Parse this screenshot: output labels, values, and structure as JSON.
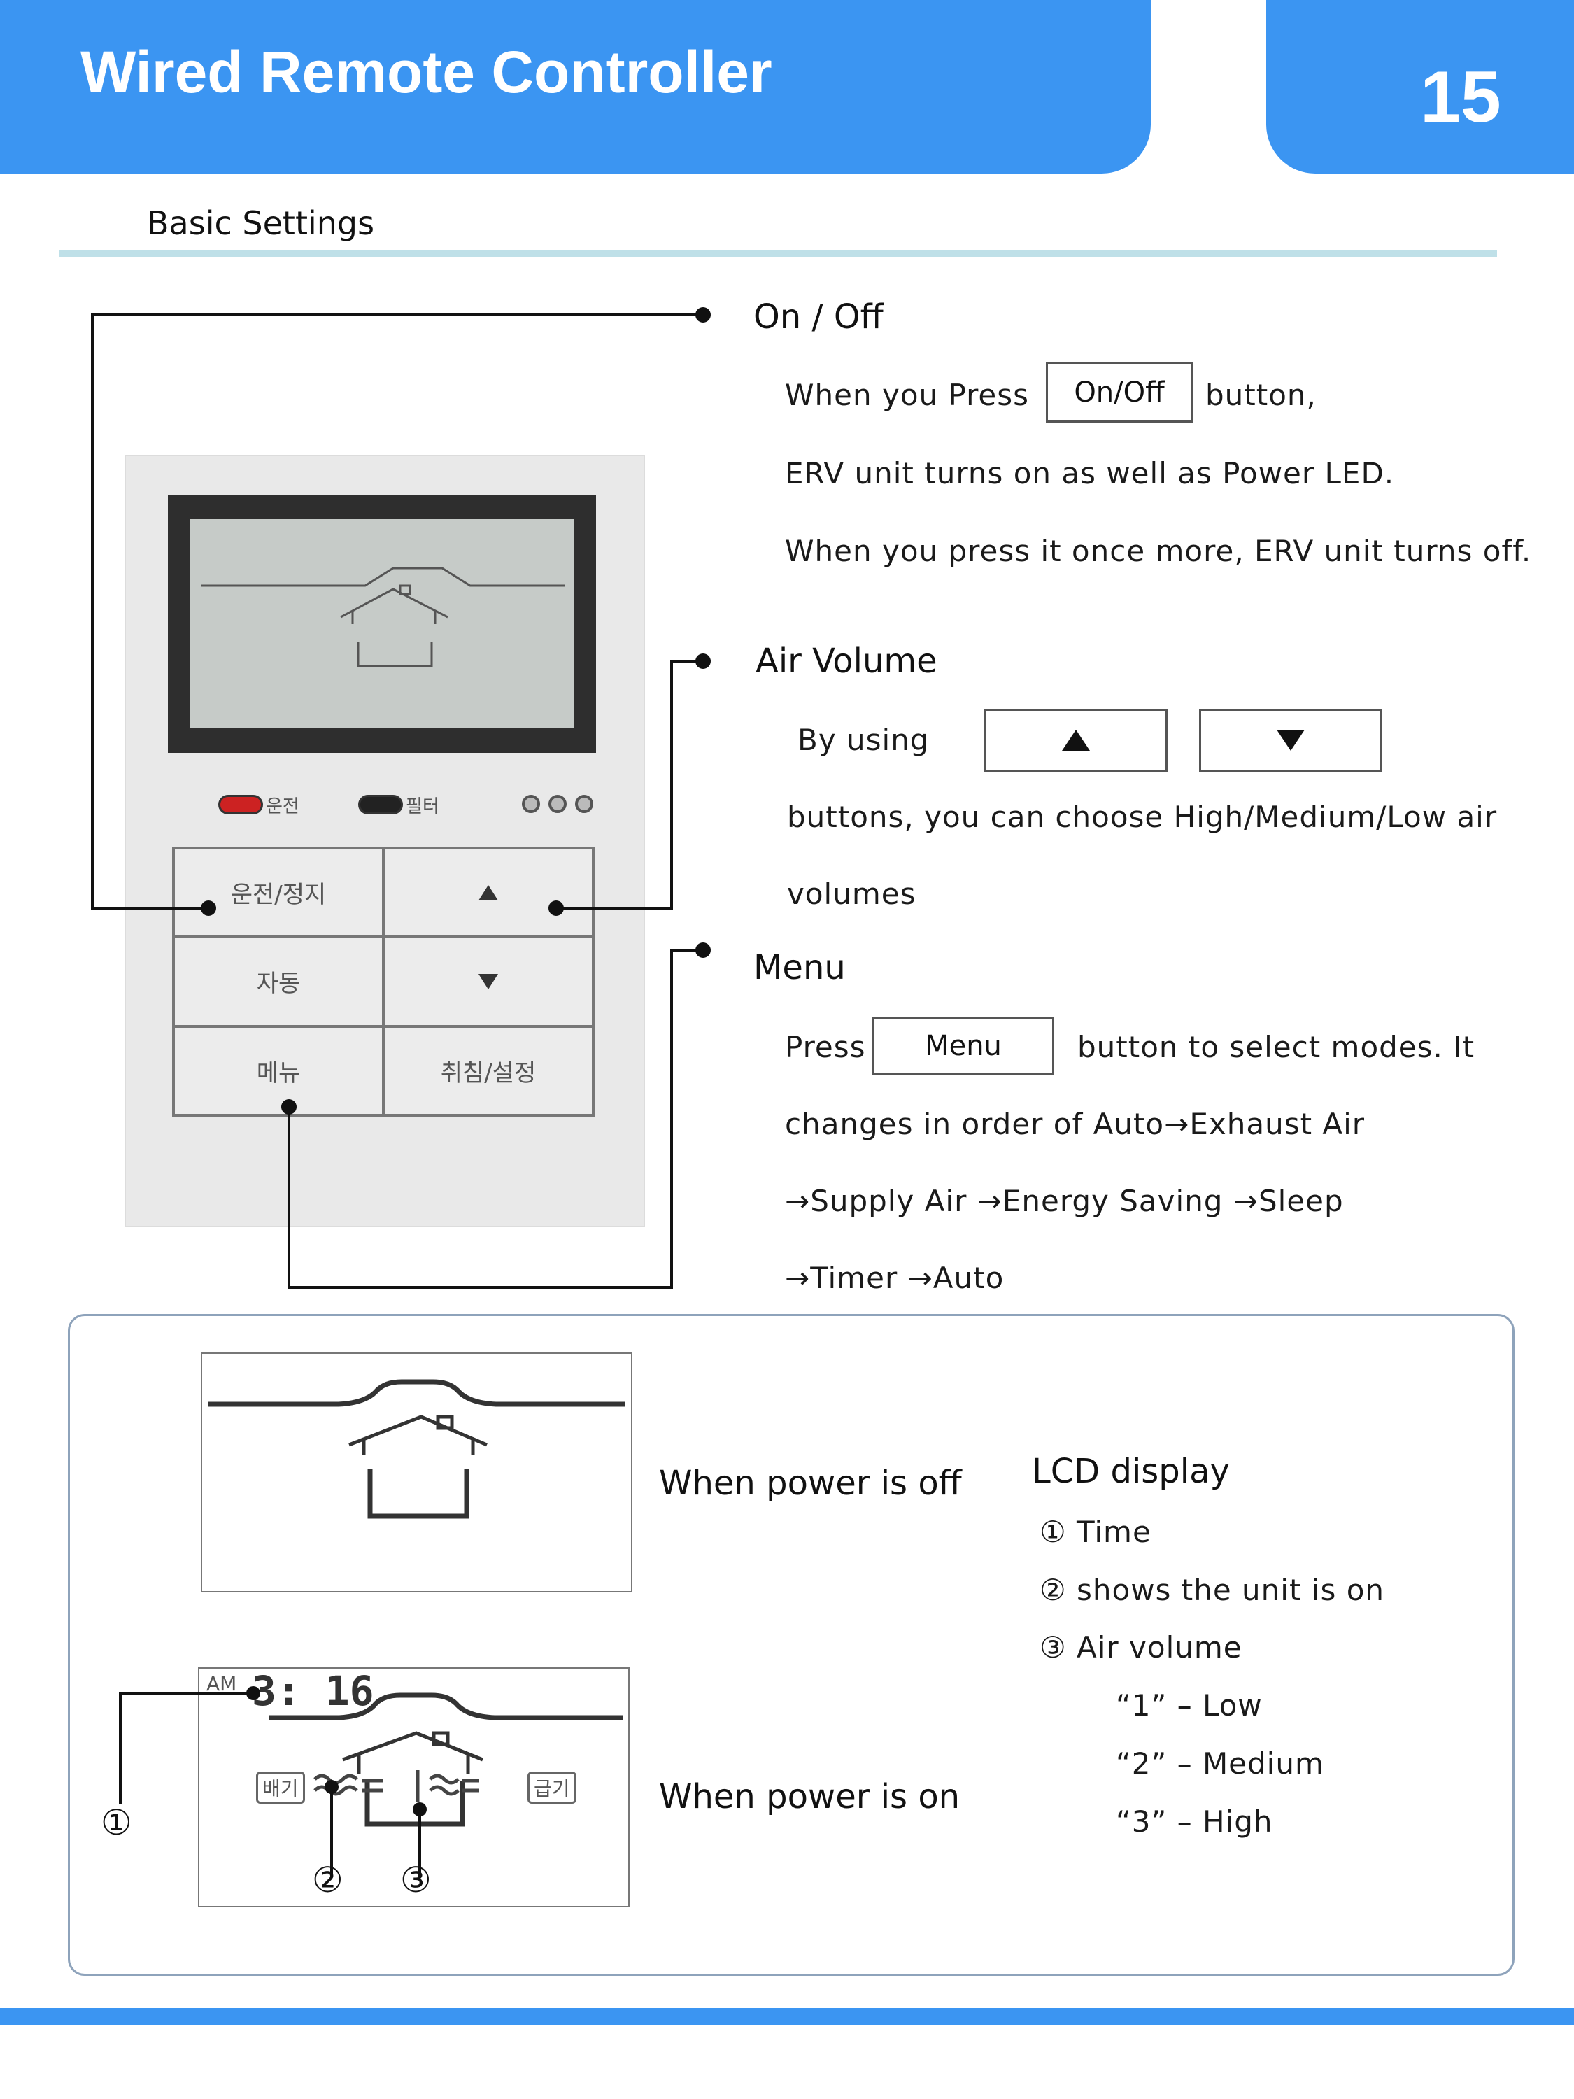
{
  "header": {
    "title": "Wired Remote Controller",
    "page_number": "15"
  },
  "section_title": "Basic Settings",
  "remote": {
    "led_labels": [
      "운전",
      "필터"
    ],
    "keys": [
      "운전/정지",
      "▲",
      "자동",
      "▼",
      "메뉴",
      "취침/설정"
    ]
  },
  "on_off": {
    "heading": "On / Off",
    "line1_pre": "When you Press",
    "button_label": "On/Off",
    "line1_post": "button,",
    "line2": "ERV unit turns on as well as Power LED.",
    "line3": "When you press it once more, ERV unit turns off."
  },
  "air_volume": {
    "heading": "Air Volume",
    "line1_pre": "By using",
    "up_icon": "up-triangle-icon",
    "down_icon": "down-triangle-icon",
    "line2": "buttons, you can choose High/Medium/Low air",
    "line3": "volumes"
  },
  "menu": {
    "heading": "Menu",
    "line1_pre": "Press",
    "button_label": "Menu",
    "line1_post": "button to select modes. It",
    "line2": "changes in order of Auto→Exhaust Air",
    "line3": "→Supply Air →Energy Saving →Sleep",
    "line4": "→Timer →Auto"
  },
  "lcd_panel": {
    "power_off_caption": "When power is off",
    "power_on_caption": "When power is on",
    "am_label": "AM",
    "time": "3: 16",
    "exhaust_tag": "배기",
    "supply_tag": "급기",
    "marker_1": "①",
    "marker_2": "②",
    "marker_3": "③"
  },
  "legend": {
    "title": "LCD display",
    "items": [
      "① Time",
      "② shows the unit is on",
      "③ Air volume"
    ],
    "levels": [
      "“1” – Low",
      "“2” – Medium",
      "“3” – High"
    ]
  },
  "colors": {
    "brand_blue": "#3b95f2",
    "rule_teal": "#bfe0e8",
    "panel_border": "#8ea3bb"
  }
}
